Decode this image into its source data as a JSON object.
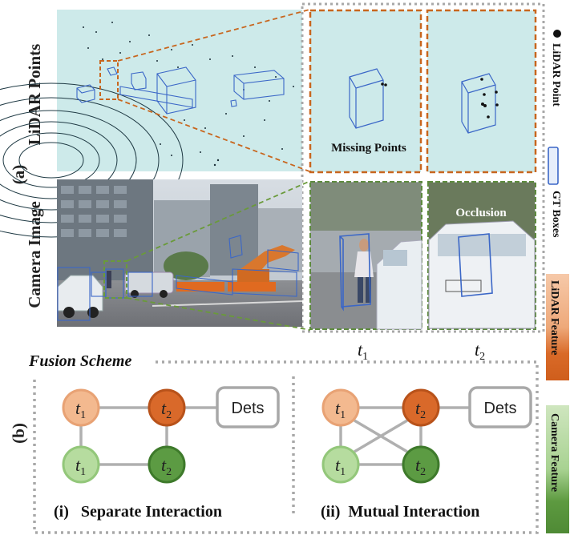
{
  "panel_a": {
    "label": "(a)",
    "row_lidar_label": "LiDAR Points",
    "row_camera_label": "Camera Image",
    "crop_lidar_1_caption": "Missing Points",
    "crop_camera_2_caption": "Occlusion",
    "time_label_1": "t",
    "time_sub_1": "1",
    "time_label_2": "t",
    "time_sub_2": "2"
  },
  "legend": {
    "lidar_point": "LiDAR Point",
    "gt_boxes": "GT Boxes",
    "lidar_feature": "LiDAR Feature",
    "camera_feature": "Camera Feature"
  },
  "panel_b": {
    "label": "(b)",
    "title": "Fusion Scheme",
    "scheme_i": {
      "caption": "(i)   Separate Interaction",
      "dets": "Dets",
      "nodes": [
        {
          "letter": "t",
          "sub": "1",
          "kind": "lidar-light"
        },
        {
          "letter": "t",
          "sub": "2",
          "kind": "lidar-dark"
        },
        {
          "letter": "t",
          "sub": "1",
          "kind": "camera-light"
        },
        {
          "letter": "t",
          "sub": "2",
          "kind": "camera-dark"
        }
      ]
    },
    "scheme_ii": {
      "caption": "(ii)  Mutual Interaction",
      "dets": "Dets",
      "nodes": [
        {
          "letter": "t",
          "sub": "1",
          "kind": "lidar-light"
        },
        {
          "letter": "t",
          "sub": "2",
          "kind": "lidar-dark"
        },
        {
          "letter": "t",
          "sub": "1",
          "kind": "camera-light"
        },
        {
          "letter": "t",
          "sub": "2",
          "kind": "camera-dark"
        }
      ]
    }
  },
  "colors": {
    "lidar_bg": "#cdeaea",
    "orange_dash": "#c8661e",
    "green_dash": "#6a9a3a",
    "gray_dash": "#a8a8a8",
    "box_blue": "#3b67c7",
    "lidar_light": "#f3b98f",
    "lidar_light_stroke": "#e8a274",
    "lidar_dark": "#d9692a",
    "lidar_dark_stroke": "#b8521a",
    "camera_light": "#b6dc9f",
    "camera_light_stroke": "#93c77a",
    "camera_dark": "#5c9b43",
    "camera_dark_stroke": "#3e7a2b",
    "edge_gray": "#b0b0b0"
  }
}
